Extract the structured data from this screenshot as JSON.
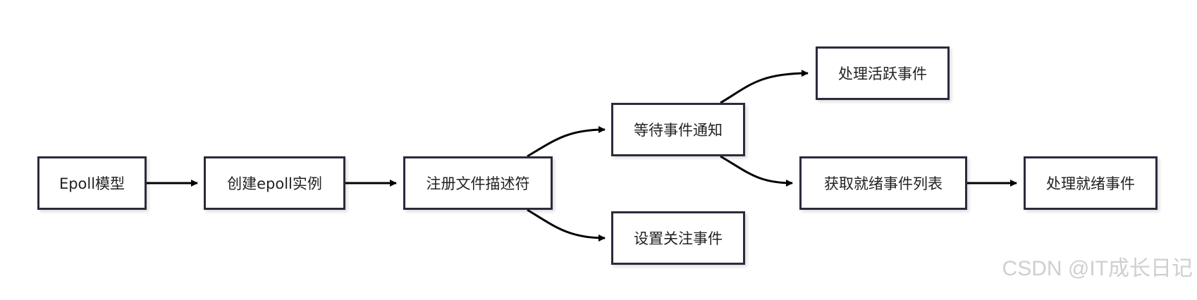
{
  "nodes": {
    "epoll_model": "Epoll模型",
    "create_instance": "创建epoll实例",
    "register_fd": "注册文件描述符",
    "wait_event": "等待事件通知",
    "set_interest": "设置关注事件",
    "handle_active": "处理活跃事件",
    "get_ready_list": "获取就绪事件列表",
    "handle_ready": "处理就绪事件"
  },
  "edges": [
    [
      "epoll_model",
      "create_instance"
    ],
    [
      "create_instance",
      "register_fd"
    ],
    [
      "register_fd",
      "wait_event"
    ],
    [
      "register_fd",
      "set_interest"
    ],
    [
      "wait_event",
      "handle_active"
    ],
    [
      "wait_event",
      "get_ready_list"
    ],
    [
      "get_ready_list",
      "handle_ready"
    ]
  ],
  "colors": {
    "border": "#2b2b3d",
    "edge": "#000000",
    "watermark": "#cfcfcf"
  },
  "watermark": "CSDN @IT成长日记"
}
